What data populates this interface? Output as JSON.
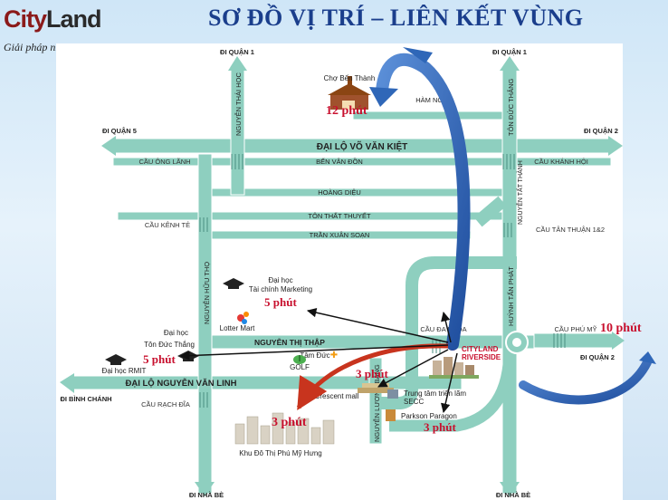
{
  "header": {
    "brand_logo": "CityLand",
    "brand_logo_part1": "C",
    "brand_logo_part2": "ity",
    "brand_logo_part3": "Land",
    "tagline": "Giải pháp nhà ở cho bạn",
    "title": "SƠ ĐỒ VỊ TRÍ – LIÊN KẾT VÙNG"
  },
  "directions": {
    "q1_left": "ĐI QUẬN 1",
    "q1_right": "ĐI QUẬN 1",
    "q5": "ĐI QUẬN 5",
    "q2_top": "ĐI QUẬN 2",
    "q2_bottom": "ĐI QUẬN 2",
    "binh_chanh": "ĐI BÌNH CHÁNH",
    "nha_be_left": "ĐI NHÀ BÈ",
    "nha_be_right": "ĐI NHÀ BÈ"
  },
  "roads": {
    "vo_van_kiet": "ĐẠI LỘ VÕ VĂN KIỆT",
    "ben_van_don": "BẾN VÂN ĐỒN",
    "hoang_dieu": "HOÀNG DIỆU",
    "ton_that_thuyet": "TÔN THẤT THUYẾT",
    "tran_xuan_soan": "TRẦN XUÂN SOẠN",
    "nguyen_thi_thap": "NGUYỄN THỊ THẬP",
    "nguyen_van_linh": "ĐẠI LỘ NGUYỄN VĂN LINH",
    "ham_nghi": "HÀM NGHI",
    "nguyen_thai_hoc": "NGUYỄN THÁI HỌC",
    "ton_duc_thang": "TÔN ĐỨC THẮNG",
    "nguyen_tat_thanh": "NGUYỄN TẤT THÀNH",
    "huynh_tan_phat": "HUỲNH TẤN PHÁT",
    "nguyen_huu_tho": "NGUYỄN HỮU THỌ",
    "nguyen_luong_bang": "NGUYỄN LƯƠNG BẰNG"
  },
  "bridges": {
    "ong_lanh": "CẦU ÔNG LÃNH",
    "khanh_hoi": "CẦU KHÁNH HỘI",
    "kenh_te": "CẦU KÊNH TẺ",
    "tan_thuan": "CẦU TÂN THUẬN 1&2",
    "phu_my": "CẦU PHÚ MỸ",
    "da_khoa": "CẦU ĐA KHOA",
    "rach_dia": "CẦU RẠCH ĐĨA"
  },
  "places": {
    "cho_ben_thanh": "Chợ Bến Thành",
    "dh_tai_chinh_1": "Đại học",
    "dh_tai_chinh_2": "Tài chính Marketing",
    "lotte": "Lotter Mart",
    "dh_tdt_1": "Đại học",
    "dh_tdt_2": "Tôn Đức Thắng",
    "dh_rmit": "Đại học RMIT",
    "tam_duc": "Tâm Đức",
    "golf": "GOLF",
    "crescent": "Crescent mall",
    "secc_1": "Trung tâm triển lãm",
    "secc_2": "SECC",
    "parkson": "Parkson Paragon",
    "phu_my_hung": "Khu Đô Thị Phú Mỹ Hưng",
    "cityland_1": "CITYLAND",
    "cityland_2": "RIVERSIDE"
  },
  "times": {
    "ben_thanh": "12 phút",
    "tai_chinh": "5 phút",
    "tdt": "5 phút",
    "crescent": "3 phút",
    "phu_my_hung": "3 phút",
    "parkson": "3 phút",
    "quan_2": "10 phút"
  },
  "colors": {
    "road": "#8ecfbf",
    "road_border": "#ffffff",
    "map_bg": "#ffffff",
    "time_text": "#c8102e",
    "blue_arrow": "#2f67b8",
    "red_arrow": "#c8341e",
    "title": "#1a3e8c"
  }
}
